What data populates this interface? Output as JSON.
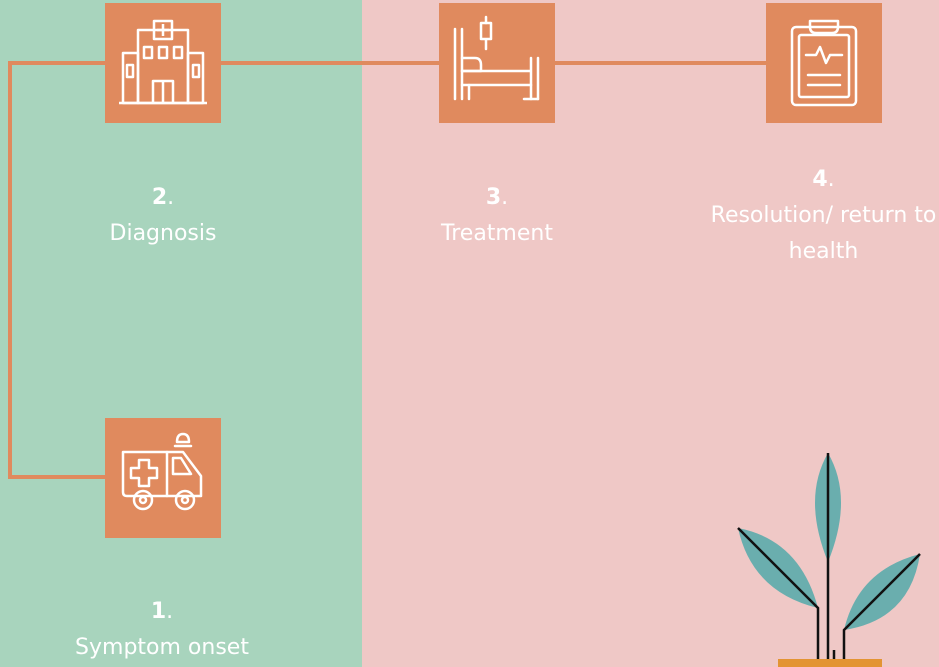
{
  "steps": [
    {
      "number": "1",
      "label": "Symptom onset",
      "icon": "ambulance-icon"
    },
    {
      "number": "2",
      "label": "Diagnosis",
      "icon": "hospital-icon"
    },
    {
      "number": "3",
      "label": "Treatment",
      "icon": "hospital-bed-icon"
    },
    {
      "number": "4",
      "label": "Resolution/ return to health",
      "icon": "medical-clipboard-icon"
    }
  ],
  "colors": {
    "left_panel": "#a8d4bd",
    "right_panel": "#efc8c6",
    "accent": "#e08a5e",
    "plant_leaf": "#6aaeae",
    "pot": "#e39433"
  }
}
